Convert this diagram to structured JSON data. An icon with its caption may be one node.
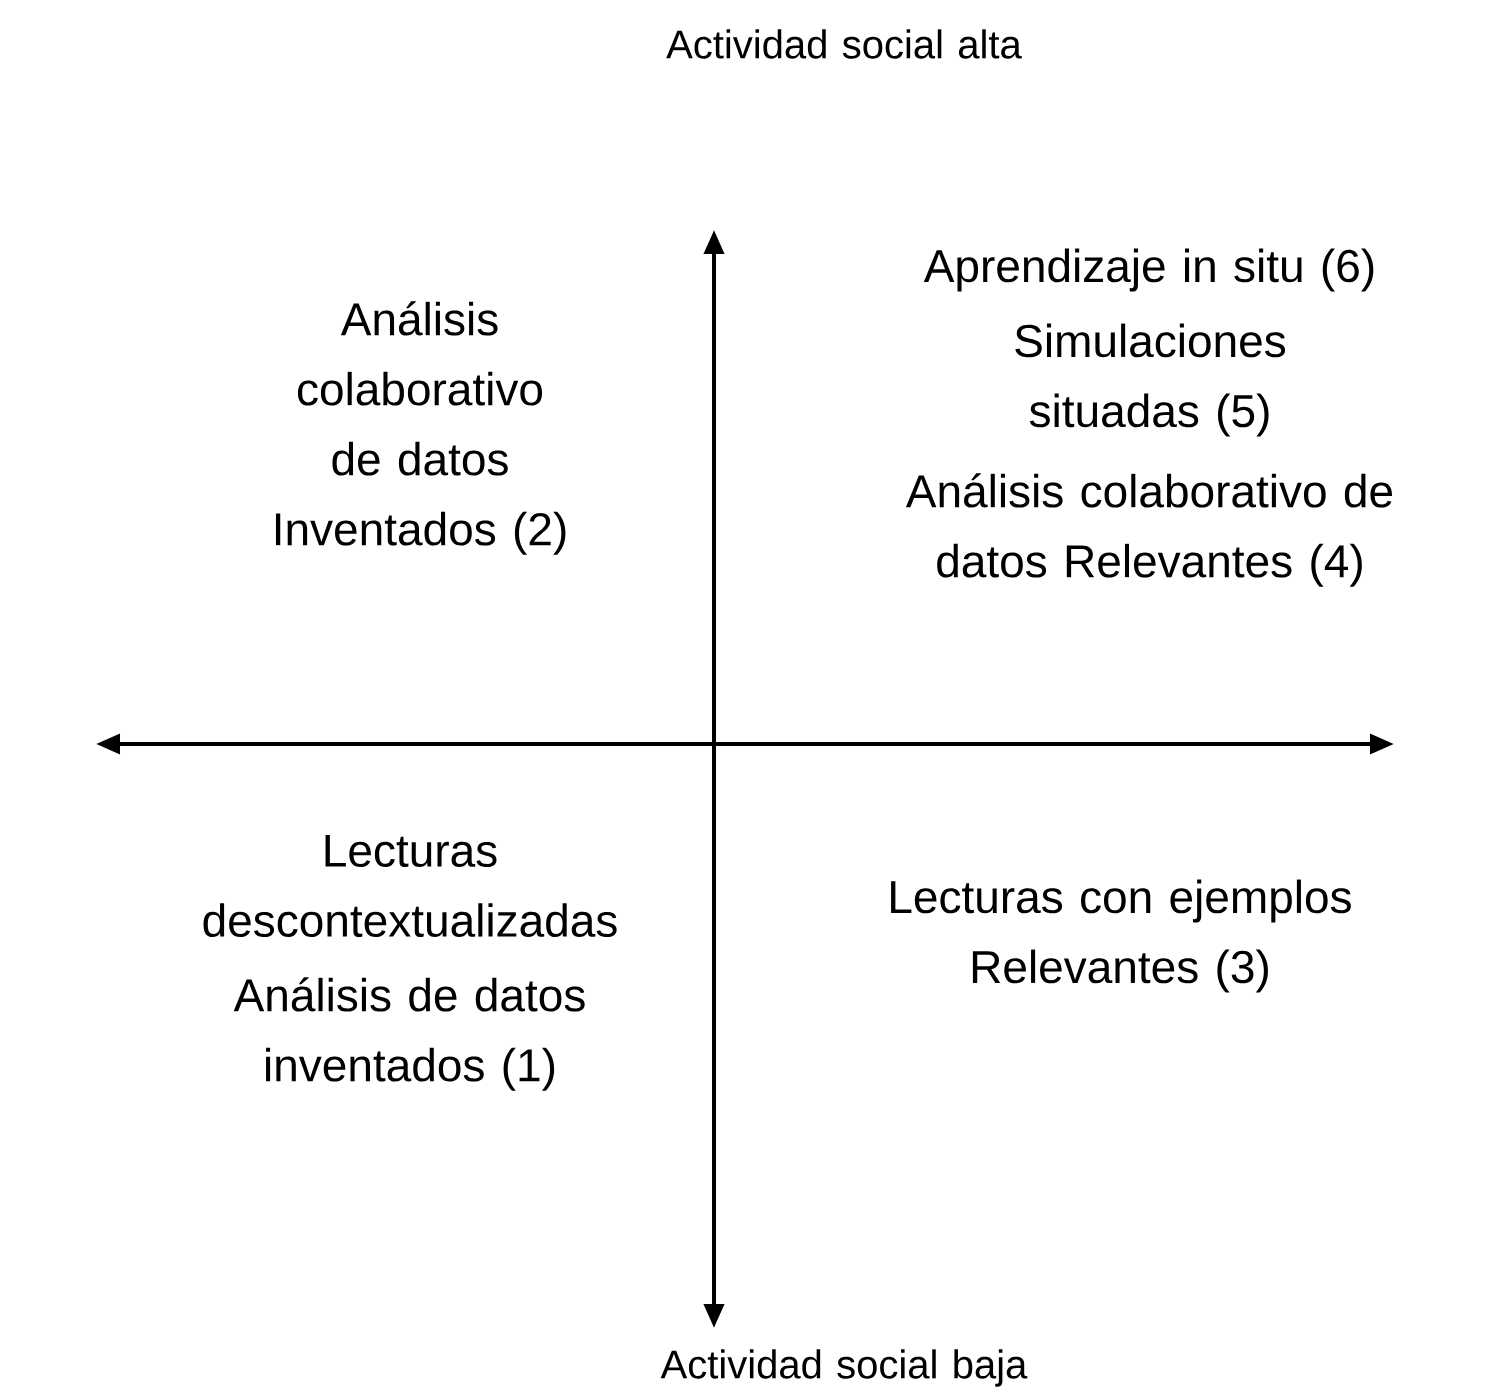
{
  "diagram": {
    "labels": [
      "Actividad social alta",
      "Análisis colaborativo de datos Inventados (2)",
      "Aprendizaje in situ (6)",
      "Simulaciones situadas (5)",
      "Análisis colaborativo de datos Relevantes (4)",
      "Lecturas descontextualizadas",
      "Análisis de datos inventados (1)",
      "Lecturas con ejemplos Relevantes (3)",
      "Actividad social baja"
    ]
  }
}
